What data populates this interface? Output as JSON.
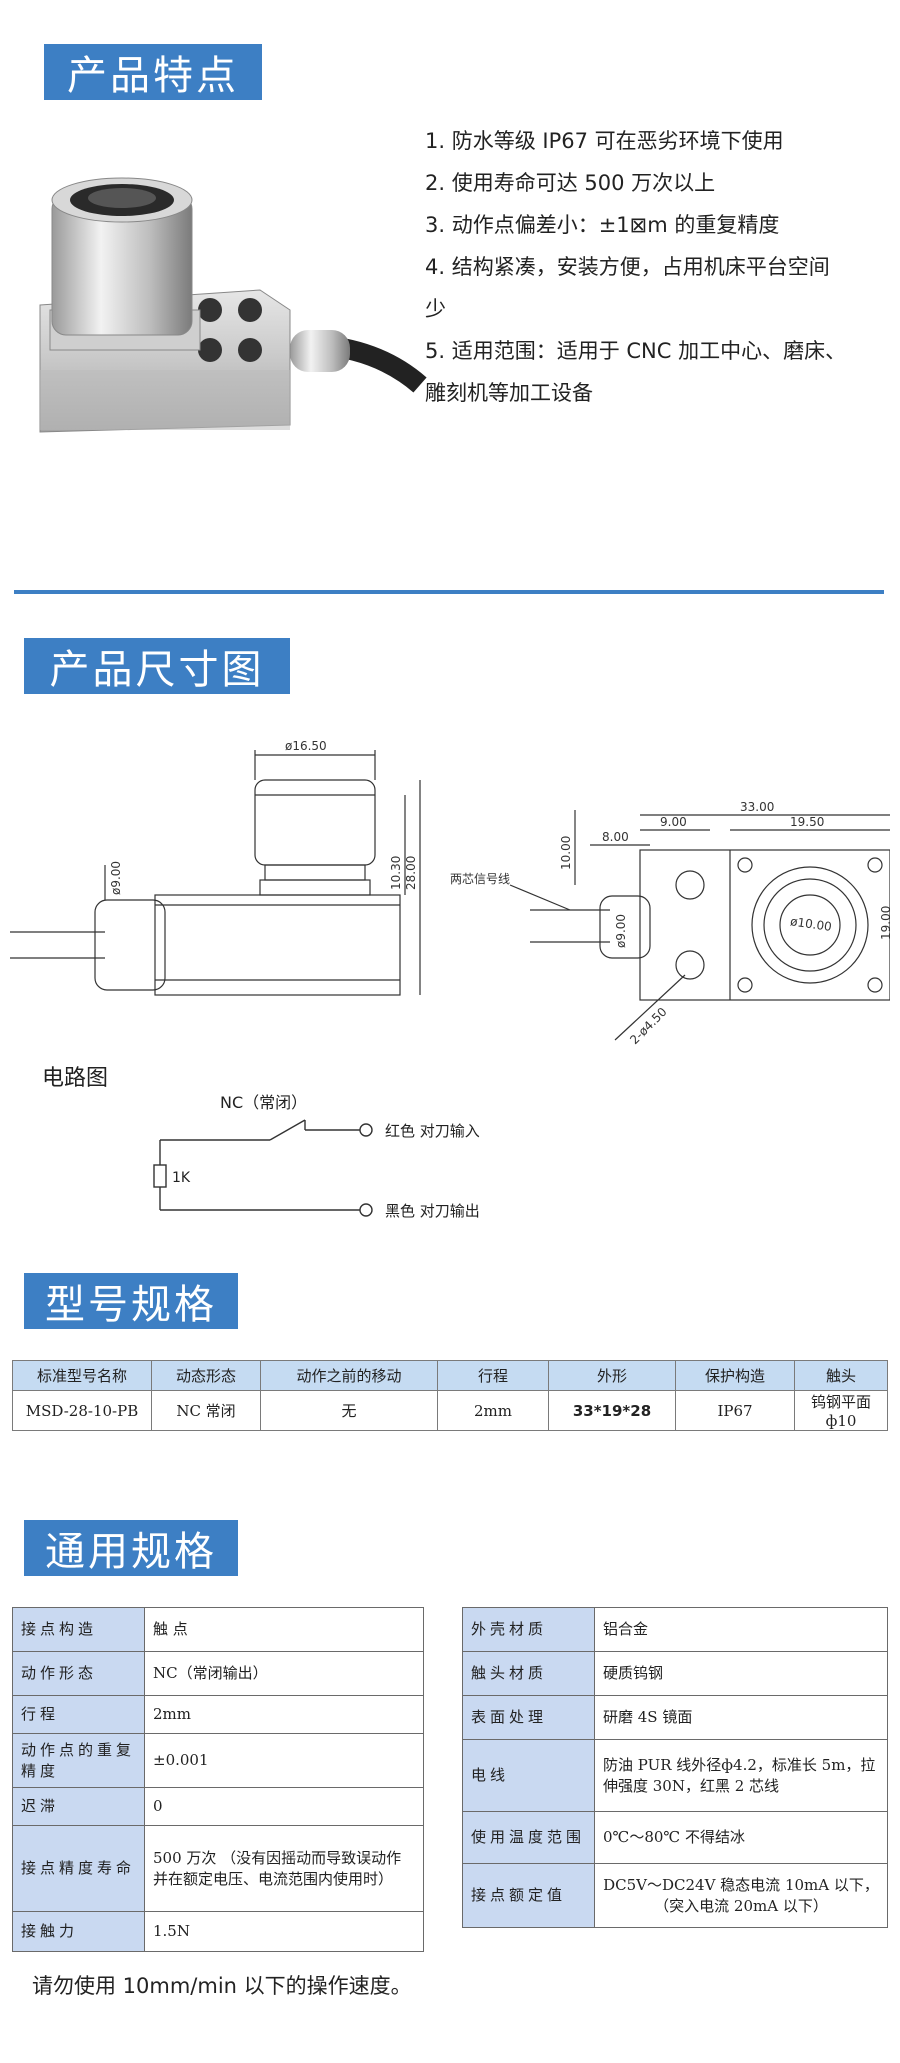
{
  "sections": {
    "features_title": "产品特点",
    "dimension_title": "产品尺寸图",
    "model_title": "型号规格",
    "general_title": "通用规格"
  },
  "features": [
    "1. 防水等级 IP67 可在恶劣环境下使用",
    "2. 使用寿命可达 500 万次以上",
    "3. 动作点偏差小：±1⊠m 的重复精度",
    "4. 结构紧凑，安装方便，占用机床平台空间",
    "少",
    "5. 适用范围：适用于 CNC 加工中心、磨床、",
    "雕刻机等加工设备"
  ],
  "drawing": {
    "d_top": "ø16.50",
    "d_cable": "ø9.00",
    "h1": "10.30",
    "h2": "28.00",
    "w_total": "33.00",
    "w_left": "9.00",
    "w_mid": "19.50",
    "w_small": "8.00",
    "h_left": "10.00",
    "d_small": "ø9.00",
    "d_head": "ø10.00",
    "h_right": "19.00",
    "holes": "2-ø4.50",
    "cable_label": "两芯信号线"
  },
  "circuit": {
    "title": "电路图",
    "nc": "NC（常闭）",
    "resistor": "1K",
    "red": "红色  对刀输入",
    "black": "黑色  对刀输出"
  },
  "model_table": {
    "headers": [
      "标准型号名称",
      "动态形态",
      "动作之前的移动",
      "行程",
      "外形",
      "保护构造",
      "触头"
    ],
    "row": [
      "MSD-28-10-PB",
      "NC 常闭",
      "无",
      "2mm",
      "33*19*28",
      "IP67",
      "钨钢平面ф10"
    ]
  },
  "spec_left": [
    {
      "k": "接点构造",
      "v": "触 点"
    },
    {
      "k": "动作形态",
      "v": "NC（常闭输出）"
    },
    {
      "k": "行程",
      "v": "2mm"
    },
    {
      "k": "动作点的重复精度",
      "v": "±0.001"
    },
    {
      "k": "迟滞",
      "v": "0"
    },
    {
      "k": "接点精度寿命",
      "v": "500 万次 （没有因摇动而导致误动作并在额定电压、电流范围内使用时）"
    },
    {
      "k": "接触力",
      "v": "1.5N"
    }
  ],
  "spec_right": [
    {
      "k": "外壳材质",
      "v": "铝合金"
    },
    {
      "k": "触头材质",
      "v": "硬质钨钢"
    },
    {
      "k": "表面处理",
      "v": "研磨 4S 镜面"
    },
    {
      "k": "电线",
      "v": "防油 PUR 线外径ф4.2，标准长 5m，拉伸强度 30N，红黑 2 芯线"
    },
    {
      "k": "使用温度范围",
      "v": "0℃～80℃ 不得结冰"
    },
    {
      "k": "接点额定值",
      "v": "DC5V～DC24V 稳态电流 10mA 以下，（突入电流 20mA 以下）"
    }
  ],
  "note": "请勿使用 10mm/min 以下的操作速度。",
  "colors": {
    "accent": "#3d7fc4",
    "table_header": "#c5dbf2"
  }
}
